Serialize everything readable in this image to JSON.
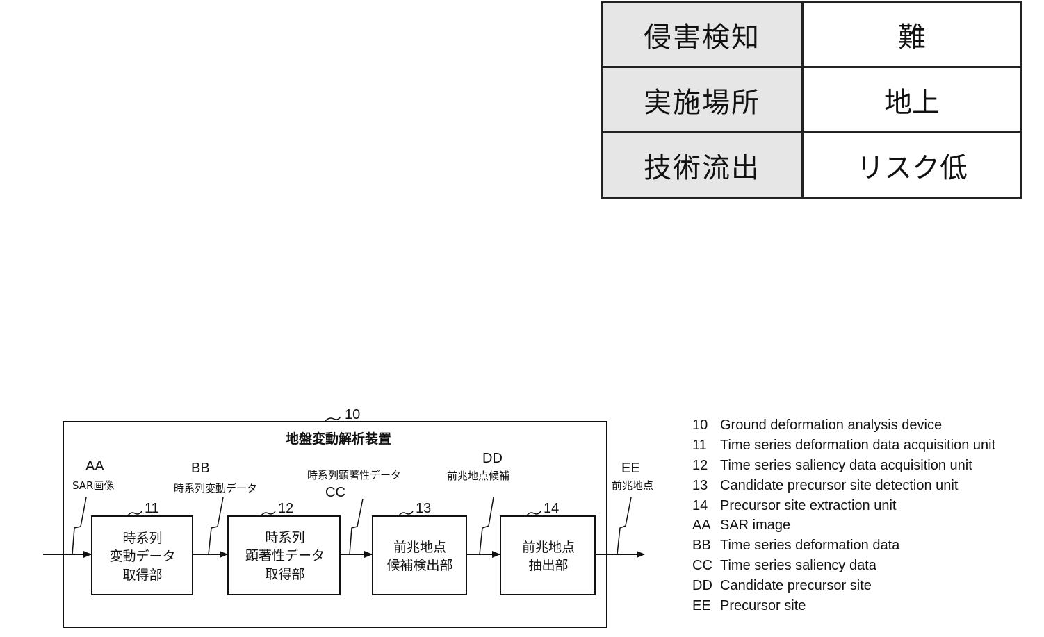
{
  "table": {
    "rows": [
      {
        "key": "侵害検知",
        "value": "難"
      },
      {
        "key": "実施場所",
        "value": "地上"
      },
      {
        "key": "技術流出",
        "value": "リスク低"
      }
    ]
  },
  "diagram": {
    "device_number": "10",
    "device_title": "地盤変動解析装置",
    "units": [
      {
        "number": "11",
        "name_lines": [
          "時系列",
          "変動データ",
          "取得部"
        ]
      },
      {
        "number": "12",
        "name_lines": [
          "時系列",
          "顕著性データ",
          "取得部"
        ]
      },
      {
        "number": "13",
        "name_lines": [
          "前兆地点",
          "候補検出部"
        ]
      },
      {
        "number": "14",
        "name_lines": [
          "前兆地点",
          "抽出部"
        ]
      }
    ],
    "signals": [
      {
        "code": "AA",
        "text": "SAR画像"
      },
      {
        "code": "BB",
        "text": "時系列変動データ"
      },
      {
        "code": "CC",
        "text": "時系列顕著性データ"
      },
      {
        "code": "DD",
        "text": "前兆地点候補"
      },
      {
        "code": "EE",
        "text": "前兆地点"
      }
    ]
  },
  "legend": [
    {
      "code": "10",
      "text": "Ground deformation analysis device"
    },
    {
      "code": "11",
      "text": "Time series deformation data acquisition unit"
    },
    {
      "code": "12",
      "text": "Time series saliency data acquisition unit"
    },
    {
      "code": "13",
      "text": "Candidate precursor site detection unit"
    },
    {
      "code": "14",
      "text": "Precursor site extraction unit"
    },
    {
      "code": "AA",
      "text": "SAR image"
    },
    {
      "code": "BB",
      "text": "Time series deformation data"
    },
    {
      "code": "CC",
      "text": "Time series saliency data"
    },
    {
      "code": "DD",
      "text": "Candidate precursor site"
    },
    {
      "code": "EE",
      "text": "Precursor site"
    }
  ]
}
